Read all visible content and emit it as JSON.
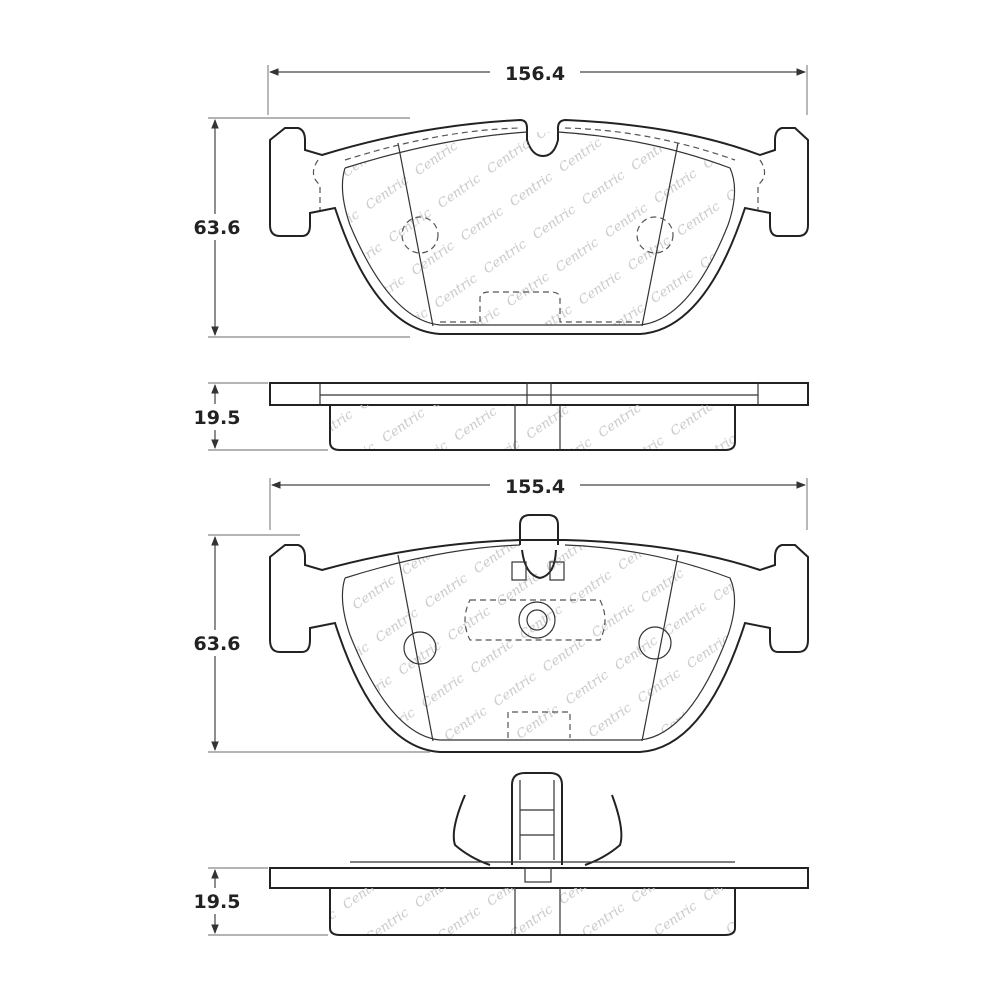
{
  "watermark": "Centric",
  "dimensions": {
    "pad1_width": "156.4",
    "pad1_height": "63.6",
    "pad1_thickness": "19.5",
    "pad2_width": "155.4",
    "pad2_height": "63.6",
    "pad2_thickness": "19.5"
  },
  "colors": {
    "line": "#222222",
    "watermark": "#c8c8c8"
  }
}
